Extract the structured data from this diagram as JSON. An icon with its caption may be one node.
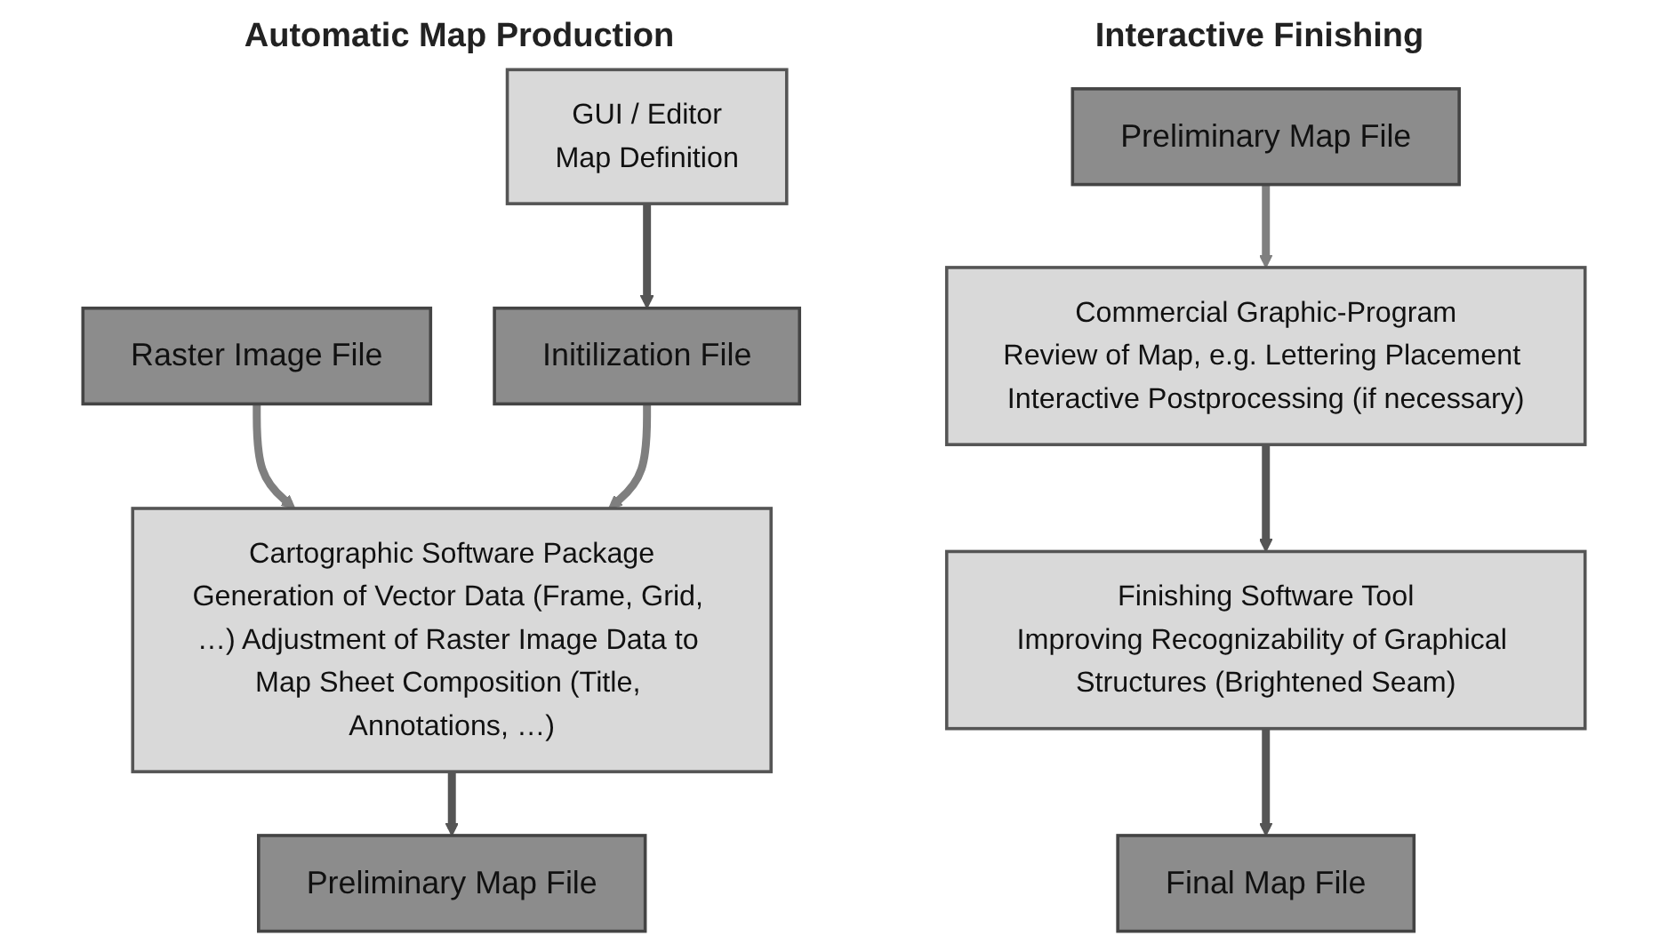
{
  "diagram": {
    "nodes": [
      {
        "text": [
          "GUI / Editor",
          "Map Definition"
        ]
      },
      {
        "text": [
          "Raster Image File"
        ]
      },
      {
        "text": [
          "Initilization File"
        ]
      },
      {
        "text": [
          "Cartographic Software Package",
          "Generation of Vector Data (Frame, Grid, …) Adjustment of Raster Image Data to Map Sheet Composition (Title, Annotations, …)"
        ]
      },
      {
        "text": [
          "Preliminary Map File"
        ]
      },
      {
        "text": [
          "Preliminary Map File"
        ]
      },
      {
        "text": [
          "Commercial Graphic-Program",
          "Review of Map, e.g. Lettering Placement Interactive Postprocessing (if necessary)"
        ]
      },
      {
        "text": [
          "Finishing Software Tool",
          "Improving Recognizability of Graphical Structures (Brightened Seam)"
        ]
      },
      {
        "text": [
          "Final Map File"
        ]
      }
    ],
    "edges": [
      {
        "from": 0,
        "to": 2,
        "arrow": "to"
      },
      {
        "from": 1,
        "to": 3,
        "arrow": "to",
        "color": "#7f7f7f"
      },
      {
        "from": 2,
        "to": 3,
        "arrow": "to",
        "color": "#7f7f7f"
      },
      {
        "from": 3,
        "to": 4,
        "arrow": "to"
      },
      {
        "from": 5,
        "to": 6,
        "arrow": "to",
        "color": "#7f7f7f"
      },
      {
        "from": 6,
        "to": 7,
        "arrow": "to"
      },
      {
        "from": 7,
        "to": 8,
        "arrow": "to"
      }
    ],
    "labels": [
      "Automatic Map Production",
      "Interactive Finishing"
    ]
  }
}
